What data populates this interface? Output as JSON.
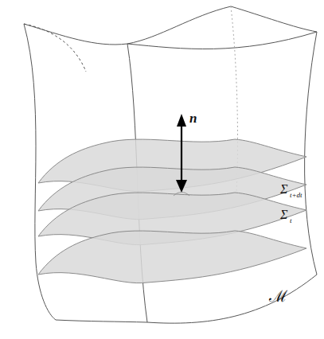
{
  "diagram": {
    "labels": [
      "n",
      "Σ",
      "t+dt",
      "Σ",
      "t",
      "ℳ"
    ]
  }
}
